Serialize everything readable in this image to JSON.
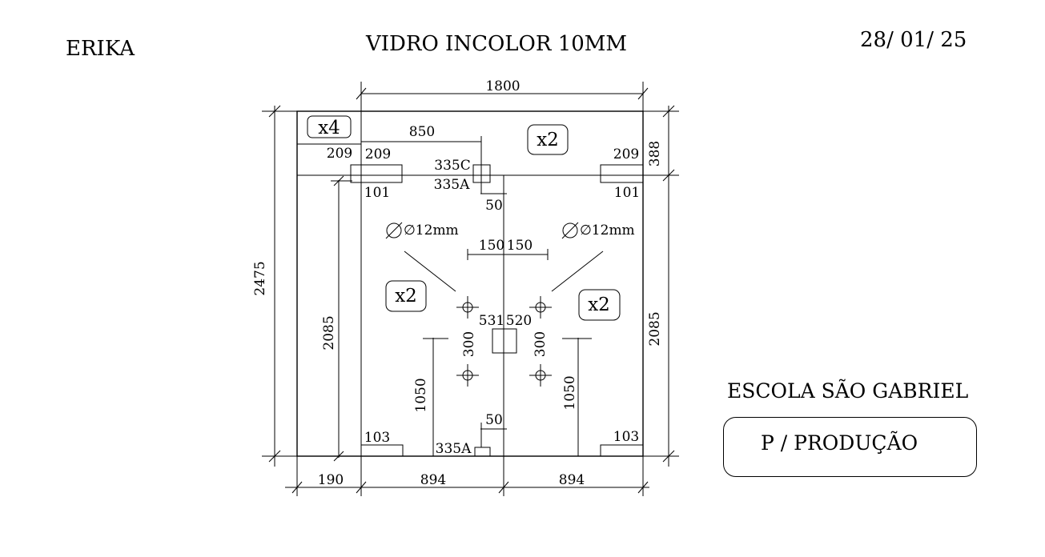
{
  "header": {
    "client": "ERIKA",
    "title": "VIDRO INCOLOR 10MM",
    "date": "28/ 01/ 25"
  },
  "footer": {
    "school": "ESCOLA SÃO GABRIEL",
    "status": "P / PRODUÇÃO"
  },
  "drawing": {
    "dims": {
      "overall_width": "1800",
      "overall_height": "2475",
      "top_panel_height": "388",
      "door_height_left": "2085",
      "door_height_right": "2085",
      "fixed_width": "190",
      "door_left_width": "894",
      "door_right_width": "894",
      "top_hinge_offset": "850",
      "side_gap": "209",
      "hinge_left_width": "209",
      "hinge_right_width": "209",
      "hinge_left_height": "101",
      "hinge_right_height": "101",
      "lock_gap_top": "50",
      "lock_gap_bottom": "50",
      "hole_offset_left": "150",
      "hole_offset_right": "150",
      "hole_spacing_left": "300",
      "hole_spacing_right": "300",
      "hole_height_left": "1050",
      "hole_height_right": "1050",
      "lock_left": "531",
      "lock_right": "520",
      "bottom_patch_left": "103",
      "bottom_patch_right": "103"
    },
    "hardware": {
      "top_lock_c": "335C",
      "top_lock_a": "335A",
      "bottom_lock_a": "335A"
    },
    "holes": {
      "diameter_left": "∅12mm",
      "diameter_right": "∅12mm"
    },
    "quantities": {
      "fixed_panel": "x4",
      "top_panel": "x2",
      "left_door": "x2",
      "right_door": "x2"
    }
  }
}
